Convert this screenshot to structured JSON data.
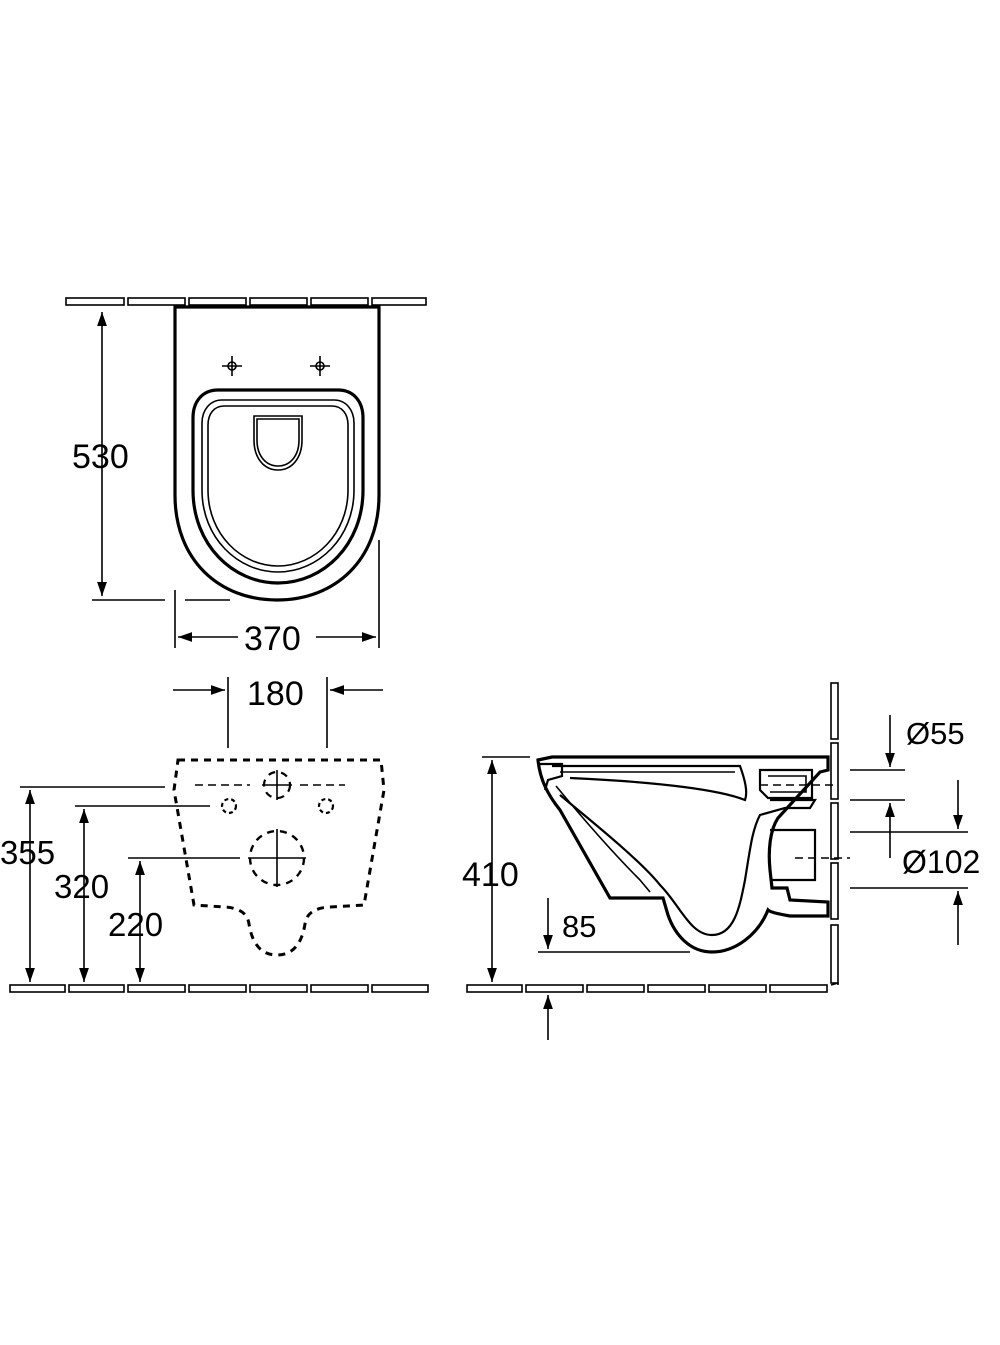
{
  "dimensions": {
    "top_depth": "530",
    "top_width": "370",
    "fixing_spacing": "180",
    "height_355": "355",
    "height_320": "320",
    "height_220": "220",
    "side_height": "410",
    "side_depth": "85",
    "inlet_diameter": "Ø55",
    "outlet_diameter": "Ø102"
  }
}
